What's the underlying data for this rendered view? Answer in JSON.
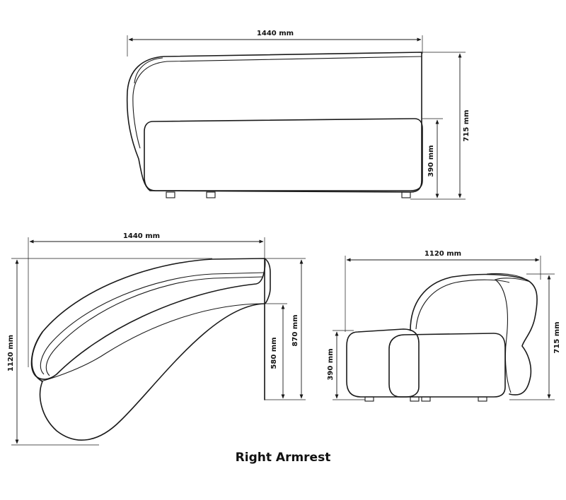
{
  "caption": "Right Armrest",
  "views": {
    "top_view": {
      "width_label": "1440 mm",
      "total_height_label": "715 mm",
      "seat_height_label": "390 mm"
    },
    "plan_view": {
      "width_label": "1440 mm",
      "depth_label": "1120 mm",
      "inner_depth_label": "870 mm",
      "seat_depth_label": "580 mm"
    },
    "side_view": {
      "width_label": "1120 mm",
      "total_height_label": "715 mm",
      "seat_height_label": "390 mm"
    }
  },
  "colors": {
    "line": "#1a1a1a",
    "background": "#ffffff"
  }
}
